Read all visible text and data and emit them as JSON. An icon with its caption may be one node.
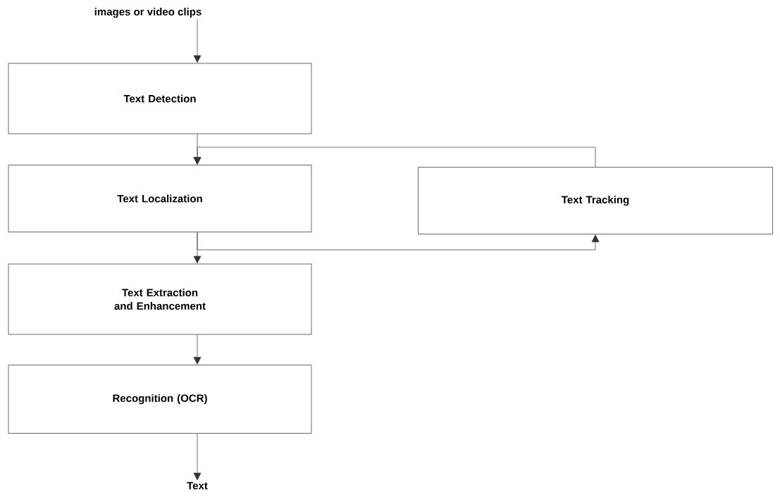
{
  "diagram": {
    "nodes": [
      {
        "text": [
          "images or video clips"
        ]
      },
      {
        "text": [
          "Text Detection"
        ]
      },
      {
        "text": [
          "Text Localization"
        ]
      },
      {
        "text": [
          "Text Tracking"
        ]
      },
      {
        "text": [
          "Text Extraction and Enhancement"
        ]
      },
      {
        "text": [
          "Recognition (OCR)"
        ]
      },
      {
        "text": [
          "Text"
        ]
      }
    ],
    "edges": [
      {
        "from": 0,
        "to": 1,
        "arrow": "to"
      },
      {
        "from": 1,
        "to": 2,
        "arrow": "to"
      },
      {
        "from": 3,
        "to": 2,
        "arrow": "to"
      },
      {
        "from": 2,
        "to": 4,
        "arrow": "to"
      },
      {
        "from": 2,
        "to": 3,
        "arrow": "to"
      },
      {
        "from": 4,
        "to": 5,
        "arrow": "to"
      },
      {
        "from": 5,
        "to": 6,
        "arrow": "to"
      }
    ]
  }
}
